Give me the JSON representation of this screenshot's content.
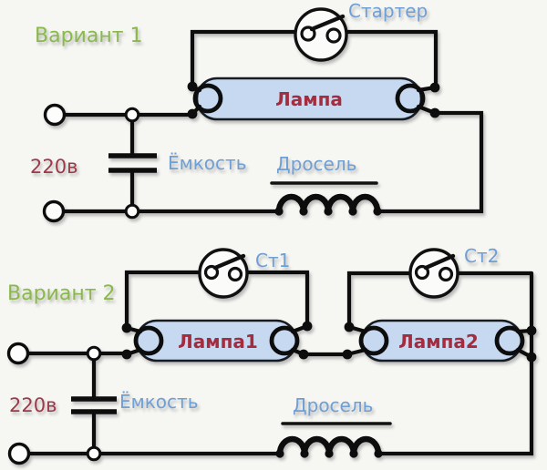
{
  "colors": {
    "background": "#f6f6f3",
    "wire": "#0d0d0d",
    "green": "#8ab94b",
    "dark_red": "#9d3a49",
    "blue": "#6f9fd5",
    "lamp_text_red": "#a32c3e",
    "lamp_fill": "#c6d9f1"
  },
  "variant1": {
    "title": "Вариант 1",
    "starter_label": "Стартер",
    "lamp_label": "Лампа",
    "voltage_label": "220в",
    "capacitor_label": "Ёмкость",
    "choke_label": "Дросель"
  },
  "variant2": {
    "title": "Вариант 2",
    "starter1_label": "Ст1",
    "starter2_label": "Ст2",
    "lamp1_label": "Лампа1",
    "lamp2_label": "Лампа2",
    "voltage_label": "220в",
    "capacitor_label": "Ёмкость",
    "choke_label": "Дросель"
  }
}
